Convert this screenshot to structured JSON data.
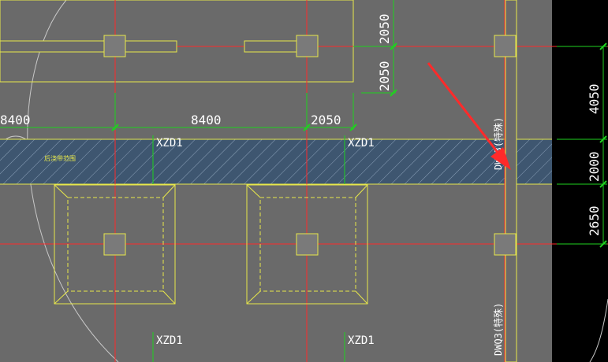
{
  "colors": {
    "canvas": "#6a6a6a",
    "outside": "#000000",
    "grid": "#ff2a2a",
    "dimension": "#1fd21f",
    "structure": "#e8e84a",
    "hatch_fill": "#3e5670",
    "hatch_line": "#8aa0b8",
    "text": "#ffffff",
    "arrow": "#ff2a2a",
    "arc": "#c8c8c8",
    "column": "#7a7a7a"
  },
  "dimensions": {
    "top_vertical": [
      "2050",
      "2050"
    ],
    "horizontal": [
      "8400",
      "8400",
      "2050"
    ],
    "right_vertical": [
      "4050",
      "2000",
      "2650"
    ]
  },
  "labels": {
    "column_tag_1": "XZD1",
    "column_tag_2": "XZD1",
    "column_tag_3": "XZD1",
    "column_tag_4": "XZD1",
    "wall_tag_upper": "DWQ3(特殊)",
    "wall_tag_lower": "DWQ3(特殊)",
    "band_note": "后浇带范围"
  }
}
